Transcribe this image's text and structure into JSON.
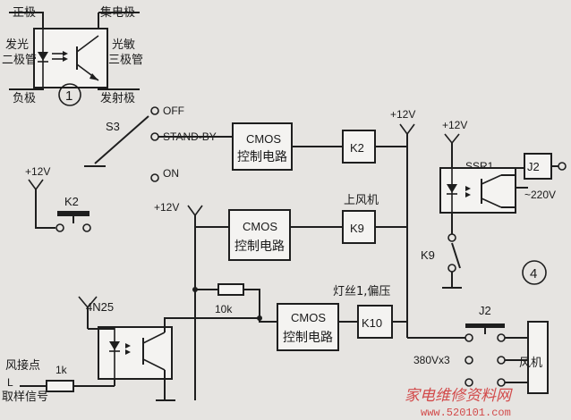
{
  "labels": {
    "fig1": {
      "anode": "正极",
      "collector": "集电极",
      "led_1": "发光",
      "led_2": "二极管",
      "photo_1": "光敏",
      "photo_2": "三极管",
      "cathode": "负极",
      "emitter": "发射极",
      "number": "1"
    },
    "switch": {
      "name": "S3",
      "off": "OFF",
      "standby": "STAND-BY",
      "on": "ON"
    },
    "supply": {
      "v_top": "+12V",
      "v_ssr": "+12V",
      "v_left": "+12V",
      "v_mid": "+12V"
    },
    "cmos": {
      "line1": "CMOS",
      "line2": "控制电路"
    },
    "relays": {
      "k2": "K2",
      "k9": "K9",
      "k10": "K10",
      "k2_switch": "K2",
      "k9_switch": "K9"
    },
    "notes": {
      "upper_fan": "上风机",
      "filament": "灯丝1,偏压"
    },
    "ssr": {
      "name": "SSR1",
      "jack": "J2",
      "ac": "~220V"
    },
    "fig4": {
      "number": "4"
    },
    "optocoupler": {
      "name": "4N25"
    },
    "resistors": {
      "r10k": "10k",
      "r1k": "1k"
    },
    "input": {
      "line1": "风接点",
      "line2": "取样信号"
    },
    "fan": {
      "jack": "J2",
      "voltage": "380Vx3",
      "label": "风机"
    },
    "watermark": {
      "cn": "家电维修资料网",
      "url": "www.520101.com"
    }
  },
  "colors": {
    "ink": "#1e1e1e",
    "paper": "#e6e4e1",
    "watermark": "#d24a4a"
  }
}
